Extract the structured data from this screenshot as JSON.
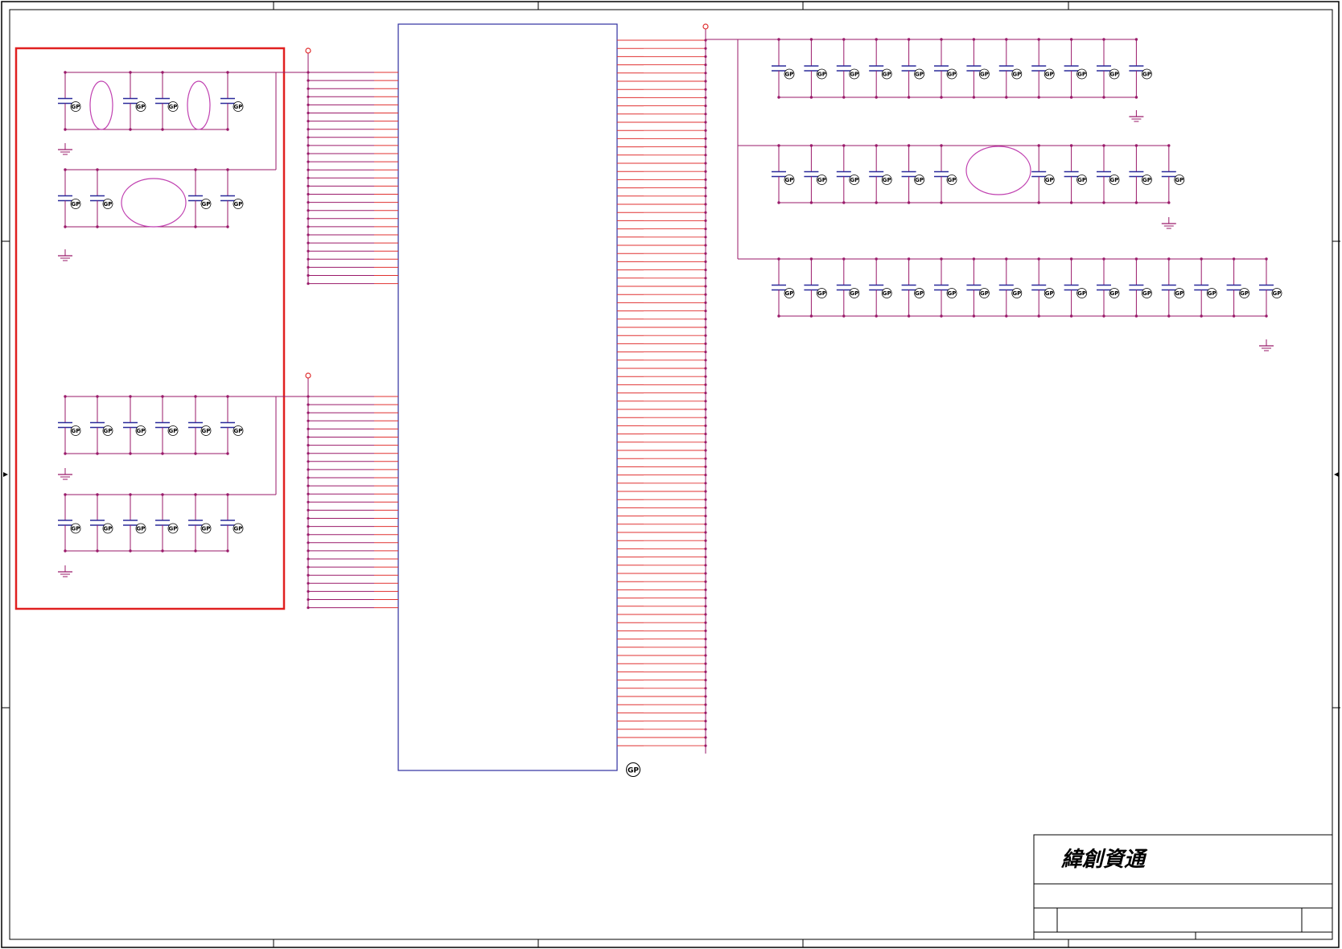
{
  "title_block": {
    "company_name": "緯創資通"
  },
  "cap_label": "GP",
  "pin_marker_label": "GP",
  "colors": {
    "border": "#000000",
    "highlight": "#e02020",
    "net": "#9a1a6a",
    "pin": "#e03030",
    "ic_outline": "#3030a0",
    "cap": "#2a2a9a",
    "ground": "#9a1a6a"
  }
}
